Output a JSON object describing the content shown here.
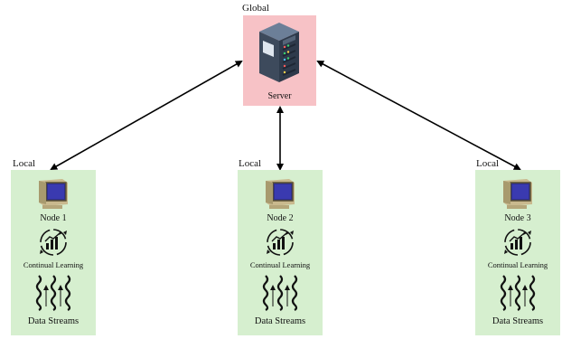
{
  "global": {
    "label": "Global",
    "server_label": "Server"
  },
  "nodes": [
    {
      "region_label": "Local",
      "name": "Node 1",
      "learning_label": "Continual Learning",
      "data_label": "Data Streams"
    },
    {
      "region_label": "Local",
      "name": "Node 2",
      "learning_label": "Continual Learning",
      "data_label": "Data Streams"
    },
    {
      "region_label": "Local",
      "name": "Node 3",
      "learning_label": "Continual Learning",
      "data_label": "Data Streams"
    }
  ],
  "colors": {
    "server_box": "#f7c2c6",
    "node_box": "#d6efcf",
    "arrow": "#000000"
  },
  "icons": [
    "server-rack-icon",
    "computer-monitor-icon",
    "continual-learning-cycle-icon",
    "data-streams-icon"
  ]
}
